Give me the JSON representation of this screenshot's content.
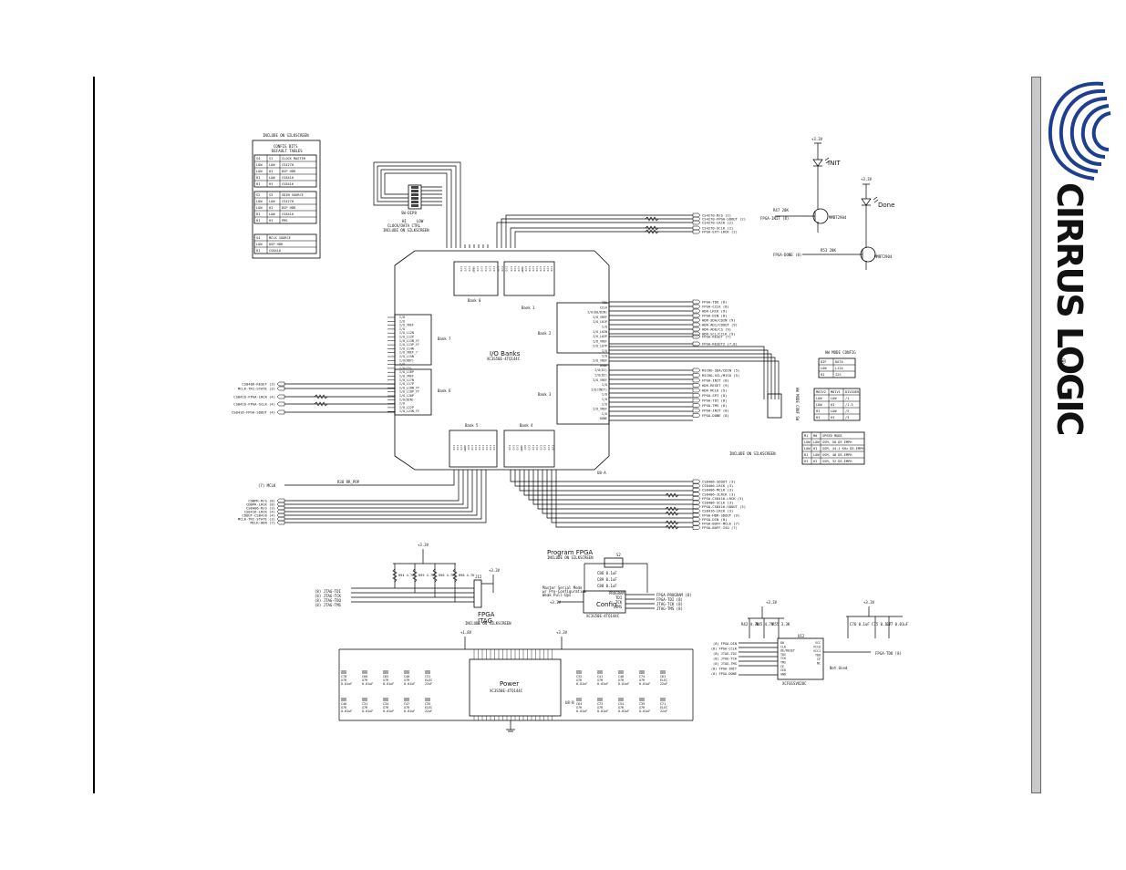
{
  "brand": {
    "wordmark": "CIRRUS LOGIC",
    "registered": "®",
    "brand_color": "#1e3f8f"
  },
  "dip_switch": {
    "title": "INCLUDE ON SILKSCREEN",
    "ref": "SW-DIP8",
    "bottom_labels": [
      "HI",
      "LOW"
    ],
    "caption1": "CLOCK/DATA CTRL",
    "caption2": "INCLUDE ON SILKSCREEN"
  },
  "config_table": {
    "note": "INCLUDE ON SILKSCREEN",
    "heading1": "CONFIG BITS",
    "heading2": "DEFAULT TABLES",
    "head_a": [
      "S4",
      "S1",
      "CLOCK MASTER"
    ],
    "rows_a": [
      [
        "LOW",
        "LOW",
        "CS4270"
      ],
      [
        "LOW",
        "HI",
        "DSP HDR"
      ],
      [
        "HI",
        "LOW",
        "CS8416"
      ],
      [
        "HI",
        "HI",
        "CS8416"
      ]
    ],
    "head_b": [
      "S2",
      "S3",
      "SDIN SOURCE"
    ],
    "rows_b": [
      [
        "LOW",
        "LOW",
        "CS4270"
      ],
      [
        "LOW",
        "HI",
        "DSP HDR"
      ],
      [
        "HI",
        "LOW",
        "CS8416"
      ],
      [
        "HI",
        "HI",
        "PMS"
      ]
    ],
    "head_c": [
      "S4",
      "MCLK SOURCE"
    ],
    "rows_c": [
      [
        "LOW",
        "DSP HDR"
      ],
      [
        "HI",
        "CS8416"
      ]
    ]
  },
  "fpga": {
    "title": "I/O Banks",
    "part": "XC3S50E-4TQ144C",
    "refdes": "U8-A",
    "banks": [
      "Bank 0",
      "Bank 1",
      "Bank 2",
      "Bank 3",
      "Bank 4",
      "Bank 5",
      "Bank 6",
      "Bank 7"
    ],
    "left_pins": [
      "I/O",
      "I/O",
      "I/O_VREF",
      "I/O",
      "I/O_L12N",
      "I/O_L12P",
      "I/O_L13N_YY",
      "I/O_L13P_YY",
      "I/O_L14N",
      "I/O_VREF_7",
      "I/O_L15N",
      "I/O(RDY)",
      "I/O",
      "I/O(CS)",
      "I/O_L16P",
      "I/O_VREF",
      "I/O_L17N",
      "I/O_L17P",
      "I/O_L18N_YY",
      "I/O_L18P_YY",
      "I/O_L20P",
      "I/O(DIN)",
      "I/O",
      "I/O_L22P",
      "I/O_L23N_YY"
    ],
    "right_pins": [
      "TDO",
      "CCLK",
      "I/O(D0/DIN)",
      "I/O_VREF",
      "I/O_L01P",
      "I/O",
      "I/O_L02N",
      "I/O_L02P",
      "I/O_VREF",
      "I/O_L07P",
      "I/O",
      "I/O",
      "I/O_VREF",
      "DONE",
      "I/O(D1)",
      "I/O(D2)",
      "I/O_VREF",
      "I/O",
      "I/O(INIT)",
      "I/O",
      "I/O",
      "I/O",
      "I/O_VREF",
      "I/O",
      "DONE"
    ],
    "top_pins": [
      "I/O",
      "I/O",
      "I/O",
      "VREF",
      "I/O",
      "I/O",
      "I/O",
      "I/O",
      "I/O",
      "I/O",
      "I/O",
      "I/O"
    ],
    "bottom_pins": [
      "I/O",
      "I/O",
      "I/O",
      "VREF",
      "GCK",
      "I/O",
      "I/O",
      "I/O",
      "I/O",
      "I/O",
      "I/O",
      "I/O"
    ]
  },
  "top_nets": [
    "CS4270-M/S (2)",
    "CS4270-FPGA-SDOUT (2)",
    "CS4270-LRCK (2)",
    "CS4270-SCLK (2)",
    "FPGA-EXT-LRCK (2)"
  ],
  "right_nets_a": [
    "FPGA-TDO (8)",
    "FPGA-CCLK (8)",
    "HDR-LRCK (9)",
    "FPGA-DIN (8)",
    "HDR-SDA/CDIN (9)",
    "HDR-AD1/CDOUT (9)",
    "HDR-AD0/CS (9)",
    "HDR-SCL/CCLK (9)"
  ],
  "right_nets_b": [
    "FPGA-RESET (7)",
    "FPGA-RESET2 (7,8)"
  ],
  "right_nets_c": [
    "MICRO-SDA/CDIN (5)",
    "MICRO-SCL/MISO (5)",
    "FPGA-INIT (8)",
    "HDR-RESET (9)",
    "HDR-MCLK (9)",
    "FPGA-SPI (8)",
    "FPGA-TDI (8)",
    "FPGA-TMS (8)",
    "FPGA-INIT (8)",
    "FPGA-DONE (8)"
  ],
  "bottom_nets": [
    "CS8406-SDOUT (3)",
    "CS8406-LRCK (3)",
    "CS8406-MCLK (3)",
    "CS8406-ILRCK (3)",
    "FPGA-CS8416-LRCK (3)",
    "CS8406-SCLK (3)",
    "FPGA-CS8416-SDOUT (3)",
    "CS8416-LRCK (3)",
    "FPGA-HDR-SDOUT (9)",
    "FPGA-DIN (8)",
    "FPGA-BUFF-MCLK (7)",
    "FPGA-BUFF-ISO (7)"
  ],
  "left_nets": [
    "CS8406-RESET (3)",
    "MCLK-TRI-STATE (3)",
    "CS8416-FPGA-LRCK (4)",
    "CS8416-FPGA-SCLK (4)",
    "CS8416-FPGA-SDOUT (4)"
  ],
  "bottom_left_nets": [
    "CDBPR-M/S (8)",
    "CDBPR-LRCK (8)",
    "CS8406-M/S (3)",
    "CS8416-LRCK (4)",
    "CDOUT-CS8416 (4)",
    "MCLK-TRI-STATE (3)",
    "MCLK-HDR (7)"
  ],
  "mclk_net": "(7) MCLK",
  "mclk_res": "R38   RR_POP",
  "leds": {
    "led1_label": "INIT",
    "led2_label": "Done",
    "supply": "+3.3V",
    "q1": "MMBT2904",
    "q2": "MMBT2904",
    "net1": "FPGA-INIT (8)",
    "net2": "FPGA-DONE (8)",
    "r1": "R47 20K",
    "r2": "R53 20K"
  },
  "hw_mode": {
    "title": "HW MODE CONFIG",
    "head_a": [
      "DIF",
      "DATA"
    ],
    "rows_a": [
      [
        "LOW",
        "LJ24"
      ],
      [
        "HI",
        "I2S"
      ]
    ],
    "head_b": [
      "MDIV2",
      "MDIV1",
      "DIVIDER"
    ],
    "rows_b": [
      [
        "LOW",
        "LOW",
        "/1"
      ],
      [
        "LOW",
        "HI",
        "/1.5"
      ],
      [
        "HI",
        "LOW",
        "/2"
      ],
      [
        "HI",
        "HI",
        "/3"
      ]
    ],
    "head_c": [
      "M1",
      "M0",
      "SPEED MODE"
    ],
    "rows_c": [
      [
        "LOW",
        "LOW",
        "SSM, 50 DE EMPH"
      ],
      [
        "LOW",
        "HI",
        "SSM, 44.1 KHz DE-EMPH"
      ],
      [
        "HI",
        "LOW",
        "SSM, 48 DE-EMPH"
      ],
      [
        "HI",
        "HI",
        "SSM, 32 DE-EMPH"
      ]
    ],
    "note": "INCLUDE ON SILKSCREEN",
    "switch_ref": "HW MODE CONF SW"
  },
  "jtag": {
    "title1": "FPGA",
    "title2": "JTAG",
    "note": "INCLUDE ON SILKSCREEN",
    "supply": "+3.3V",
    "header": "J12",
    "resistors": [
      "R94 4.7K",
      "R95 4.7K",
      "R96 4.7K",
      "R98 4.7K"
    ],
    "nets": [
      "(8) JTAG-TDI",
      "(8) JTAG-TCK",
      "(8) JTAG-TDO",
      "(8) JTAG-TMS"
    ],
    "vcc": "+3.3V"
  },
  "program": {
    "title": "Program FPGA",
    "note": "INCLUDE ON SILKSCREEN",
    "switch": "S2",
    "caps": [
      "C86 0.1uF",
      "C89 0.1uF",
      "C88 0.1uF"
    ],
    "mode_note1": "Master Serial Mode",
    "mode_note2": "w/ Pre-Configuration",
    "mode_note3": "Weak Pull-Ups",
    "block_label": "Config",
    "part": "XC3S50E-4TQ144C",
    "pins": [
      "PROGRAM",
      "TDI",
      "TCK",
      "TMS"
    ],
    "nets": [
      "FPGA-PROGRAM (8)",
      "FPGA-TDI (8)",
      "JTAG-TCK (8)",
      "JTAG-TMS (8)"
    ],
    "supply": "+3.3V"
  },
  "power": {
    "title": "Power",
    "part": "XC3S50E-4TQ144C",
    "refdes": "U8-B",
    "rail1": "+1.8V",
    "rail2": "+3.3V",
    "caps_left": [
      [
        "C78",
        "X7R",
        "0.01uF"
      ],
      [
        "C66",
        "X7R",
        "0.01uF"
      ],
      [
        "C65",
        "X7R",
        "0.01uF"
      ],
      [
        "C46",
        "X7R",
        "0.01uF"
      ],
      [
        "C51",
        "ELEC",
        "22uF"
      ]
    ],
    "caps_left2": [
      [
        "C46",
        "X7R",
        "0.01uF"
      ],
      [
        "C31",
        "X7R",
        "0.01uF"
      ],
      [
        "C34",
        "X7R",
        "0.01uF"
      ],
      [
        "C47",
        "X7R",
        "0.01uF"
      ],
      [
        "C35",
        "ELEC",
        "22uF"
      ]
    ],
    "caps_right": [
      [
        "C32",
        "X7R",
        "0.01uF"
      ],
      [
        "C41",
        "X7R",
        "0.01uF"
      ],
      [
        "C48",
        "X7R",
        "0.01uF"
      ],
      [
        "C74",
        "X7R",
        "0.01uF"
      ],
      [
        "C61",
        "ELEC",
        "22uF"
      ]
    ],
    "caps_right2": [
      [
        "C64",
        "X7R",
        "0.01uF"
      ],
      [
        "C73",
        "X7R",
        "0.01uF"
      ],
      [
        "C54",
        "X7R",
        "0.01uF"
      ],
      [
        "C39",
        "X7R",
        "0.01uF"
      ],
      [
        "C71",
        "ELEC",
        "22uF"
      ]
    ]
  },
  "prom": {
    "part": "XCF01SVO20C",
    "refdes": "U12",
    "supply": "+3.3V",
    "resistors": [
      "R42 4.7K",
      "R45 4.7K",
      "R55 3.3K"
    ],
    "pins_left": [
      "D0",
      "CLK",
      "OE/RESET",
      "TDI",
      "TCK",
      "TMS",
      "CE",
      "CEO",
      "GND"
    ],
    "pins_right": [
      "VCC",
      "VCCO",
      "VCCJ",
      "TDO",
      "CF",
      "NC"
    ],
    "nets_left": [
      "(8) FPGA-DIN",
      "(8) FPGA-CCLK",
      "(8) JTAG-TDI",
      "(8) JTAG-TCK",
      "(8) JTAG-TMS",
      "(8) FPGA-INIT",
      "(8) FPGA-DONE"
    ],
    "net_right": "FPGA-TDO (8)",
    "not_used": "Not Used",
    "caps": [
      "C76 0.1uF",
      "C75 0.1uF",
      "C77 0.01uF"
    ]
  }
}
